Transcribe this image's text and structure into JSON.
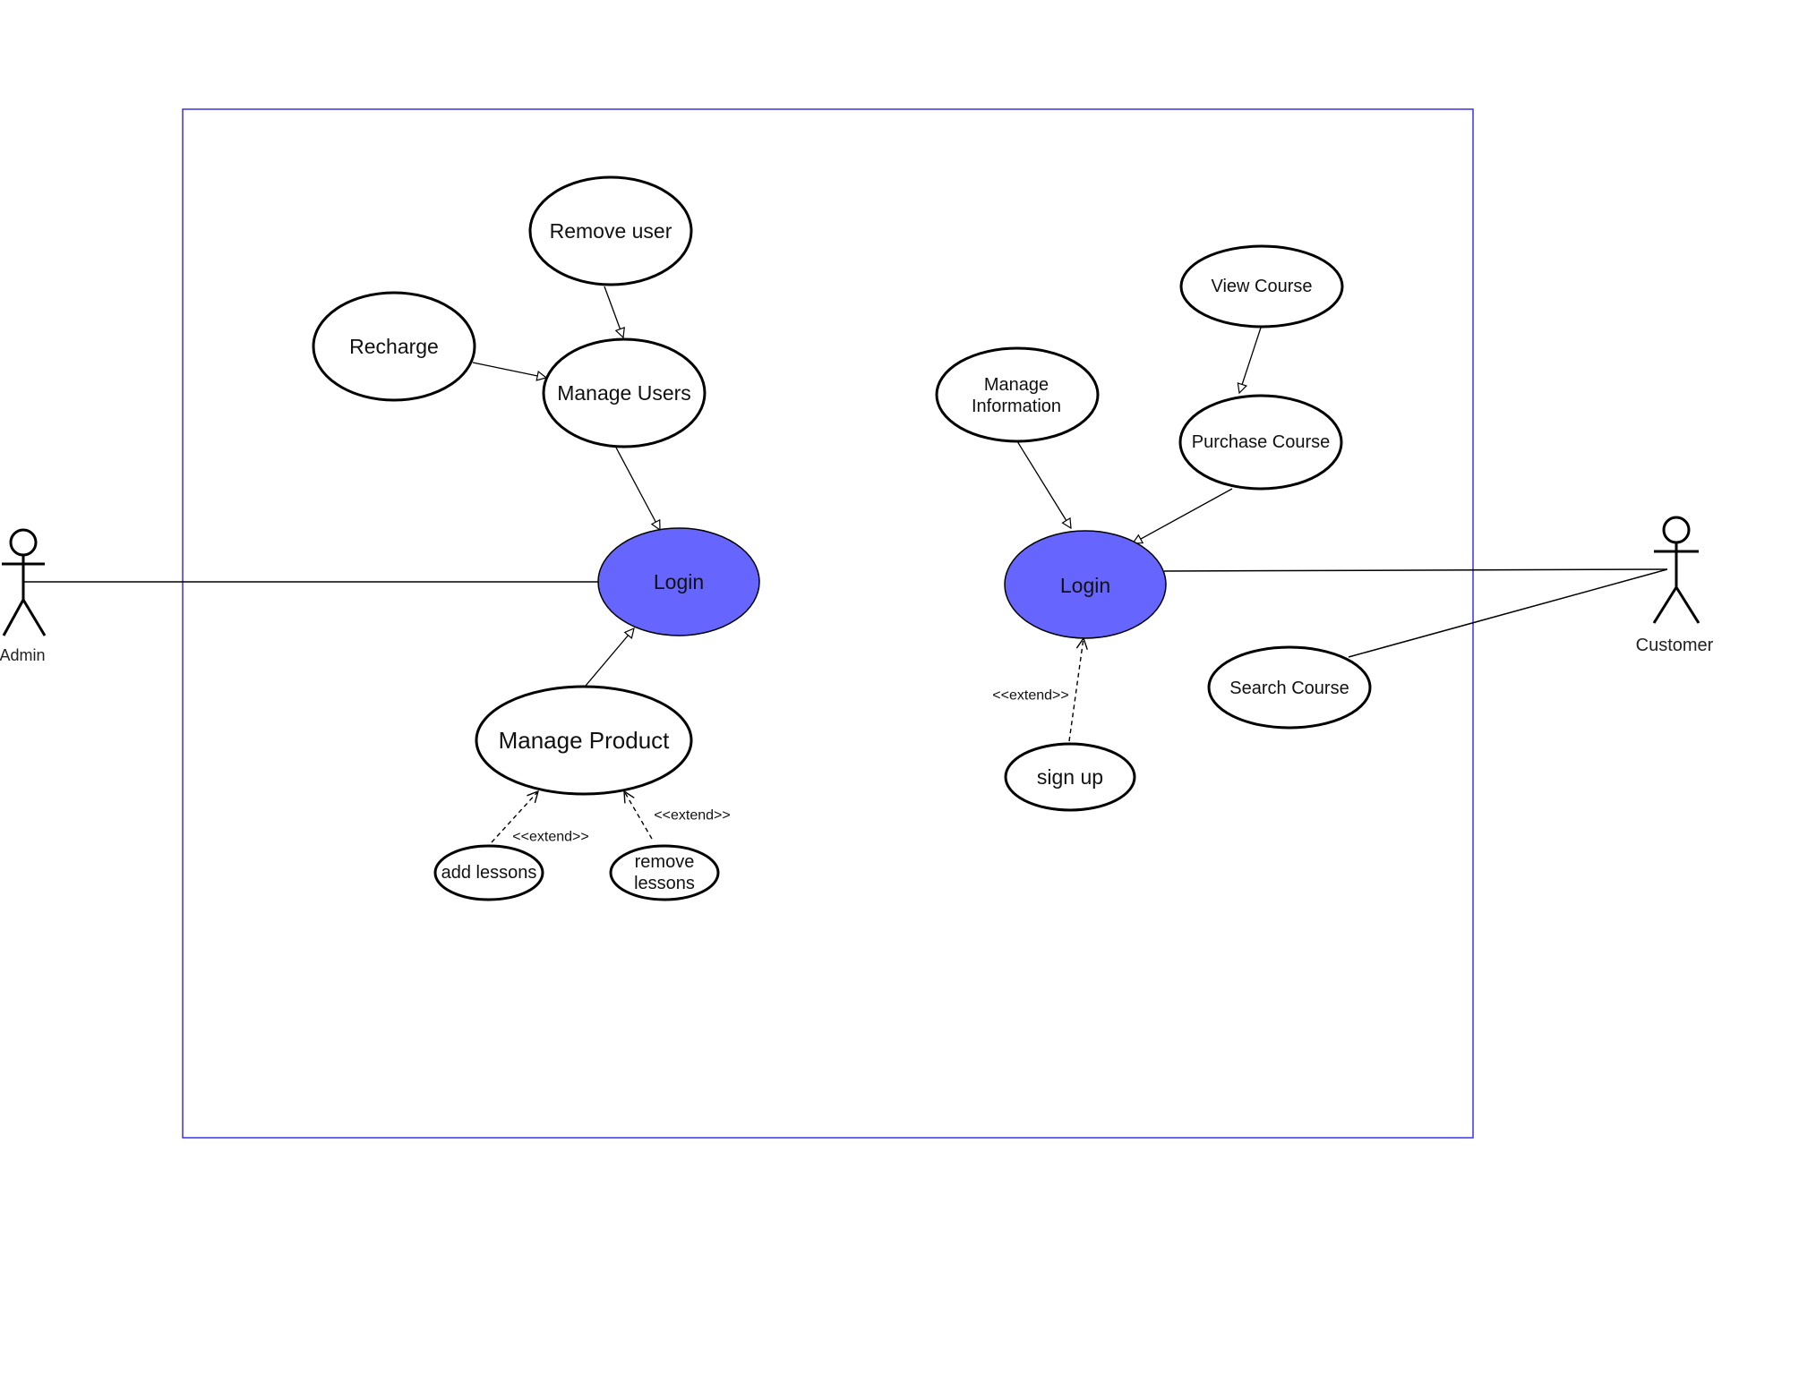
{
  "system": {
    "border_color": "#3b32e6"
  },
  "actors": {
    "admin": "Admin",
    "customer": "Customer"
  },
  "use_cases": {
    "remove_user": "Remove user",
    "recharge": "Recharge",
    "manage_users": "Manage Users",
    "login_admin": "Login",
    "manage_product": "Manage Product",
    "add_lessons": "add lessons",
    "remove_lessons_line1": "remove",
    "remove_lessons_line2": "lessons",
    "view_course": "View Course",
    "manage_information_line1": "Manage",
    "manage_information_line2": "Information",
    "purchase_course": "Purchase Course",
    "login_customer": "Login",
    "sign_up": "sign up",
    "search_course": "Search Course"
  },
  "relations": {
    "extend_add_lessons": "<<extend>>",
    "extend_remove_lessons": "<<extend>>",
    "extend_sign_up": "<<extend>>"
  },
  "colors": {
    "login_fill": "#6666ff",
    "ellipse_fill": "#ffffff",
    "stroke": "#000000"
  }
}
